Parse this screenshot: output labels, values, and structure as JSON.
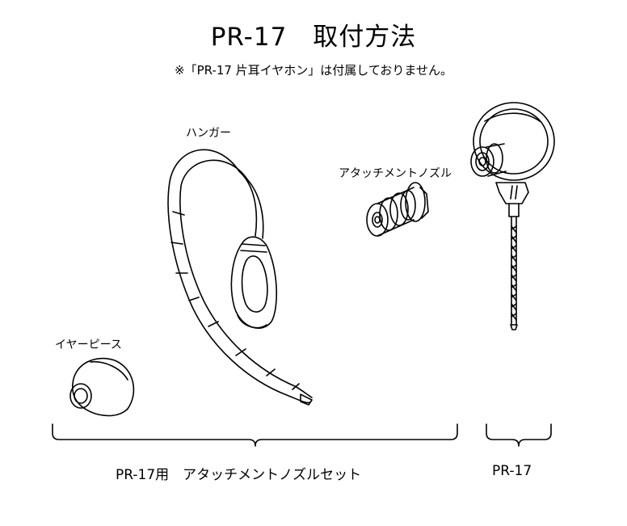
{
  "title": "PR-17　取付方法",
  "note": "※「PR-17 片耳イヤホン」は付属しておりません。",
  "labels": {
    "hanger": "ハンガー",
    "nozzle": "アタッチメントノズル",
    "eartip": "イヤーピース"
  },
  "groups": {
    "set": "PR-17用　アタッチメントノズルセット",
    "product": "PR-17"
  }
}
